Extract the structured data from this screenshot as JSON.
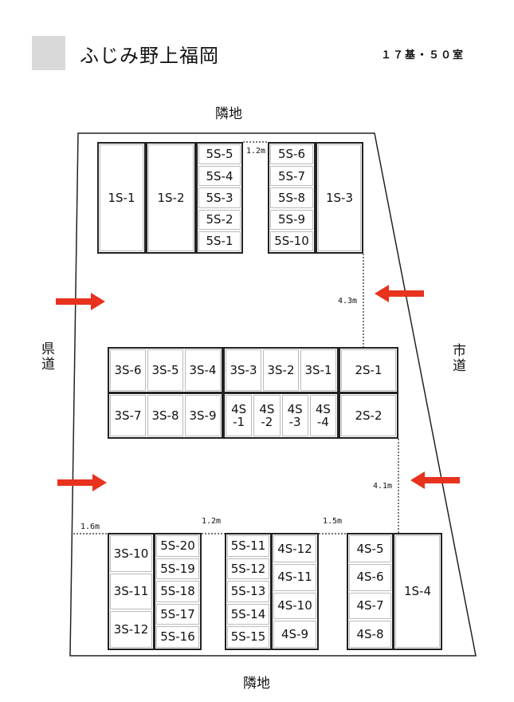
{
  "header": {
    "title": "ふじみ野上福岡",
    "summary": "１７基・５０室"
  },
  "labels": {
    "top_neighbor": "隣地",
    "bottom_neighbor": "隣地",
    "left_road": "県道",
    "right_road": "市道"
  },
  "dimensions": {
    "top_gap": "1.2m",
    "right_gap_upper": "4.3m",
    "right_gap_lower": "4.1m",
    "bottom_left": "1.6m",
    "bottom_mid": "1.2m",
    "bottom_right": "1.5m"
  },
  "colors": {
    "arrow": "#e8321e",
    "logo_box": "#d9d9d9"
  },
  "groups": [
    {
      "units": [
        "1S-1"
      ]
    },
    {
      "units": [
        "1S-2"
      ]
    },
    {
      "units": [
        "5S-5",
        "5S-4",
        "5S-3",
        "5S-2",
        "5S-1"
      ]
    },
    {
      "units": [
        "5S-6",
        "5S-7",
        "5S-8",
        "5S-9",
        "5S-10"
      ]
    },
    {
      "units": [
        "1S-3"
      ]
    },
    {
      "units": [
        "3S-6",
        "3S-5",
        "3S-4"
      ]
    },
    {
      "units": [
        "3S-3",
        "3S-2",
        "3S-1"
      ]
    },
    {
      "units": [
        "2S-1"
      ]
    },
    {
      "units": [
        "3S-7",
        "3S-8",
        "3S-9"
      ]
    },
    {
      "units": [
        "4S\n-1",
        "4S\n-2",
        "4S\n-3",
        "4S\n-4"
      ]
    },
    {
      "units": [
        "2S-2"
      ]
    },
    {
      "units": [
        "3S-10",
        "3S-11",
        "3S-12"
      ]
    },
    {
      "units": [
        "5S-20",
        "5S-19",
        "5S-18",
        "5S-17",
        "5S-16"
      ]
    },
    {
      "units": [
        "5S-11",
        "5S-12",
        "5S-13",
        "5S-14",
        "5S-15"
      ]
    },
    {
      "units": [
        "4S-12",
        "4S-11",
        "4S-10",
        "4S-9"
      ]
    },
    {
      "units": [
        "4S-5",
        "4S-6",
        "4S-7",
        "4S-8"
      ]
    },
    {
      "units": [
        "1S-4"
      ]
    }
  ]
}
